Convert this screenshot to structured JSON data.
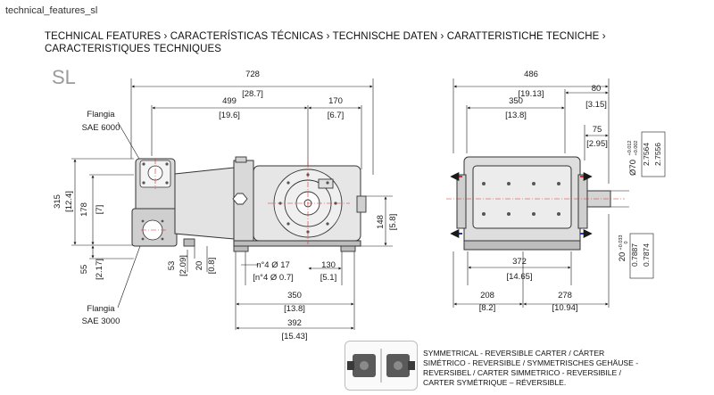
{
  "file_label": "technical_features_sl",
  "title_line1": "TECHNICAL FEATURES › CARACTERÍSTICAS TÉCNICAS › TECHNISCHE DATEN ›  CARATTERISTICHE TECNICHE ›",
  "title_line2": "CARACTERISTIQUES TECHNIQUES",
  "model": "SL",
  "side": {
    "d728": "728",
    "d728i": "[28.7]",
    "d499": "499",
    "d499i": "[19.6]",
    "d170": "170",
    "d170i": "[6.7]",
    "flange_top_1": "Flangia",
    "flange_top_2": "SAE 6000",
    "flange_bot_1": "Flangia",
    "flange_bot_2": "SAE 3000",
    "d315": "315",
    "d315i": "[12.4]",
    "d178": "178",
    "d178i": "[7]",
    "d55": "55",
    "d55i": "[2.17]",
    "d53": "53",
    "d53i": "[2.09]",
    "d20": "20",
    "d20i": "[0.8]",
    "holes": "n°4 Ø 17",
    "holes_i": "[n°4 Ø 0.7]",
    "d130": "130",
    "d130i": "[5.1]",
    "d148": "148",
    "d148i": "[5.8]",
    "d350": "350",
    "d350i": "[13.8]",
    "d392": "392",
    "d392i": "[15.43]"
  },
  "front": {
    "d486": "486",
    "d486i": "[19.13]",
    "d350": "350",
    "d350i": "[13.8]",
    "d80": "80",
    "d80i": "[3.15]",
    "d75": "75",
    "d75i": "[2.95]",
    "shaft": "Ø70",
    "shaft_tol_hi": "+0.012",
    "shaft_tol_lo": "+0.002",
    "shaft_i1": "2.7564",
    "shaft_i2": "2.7556",
    "key": "20",
    "key_tol_hi": "+0.033",
    "key_tol_lo": "0",
    "key_i1": "0.7887",
    "key_i2": "0.7874",
    "d372": "372",
    "d372i": "[14.65]",
    "d208": "208",
    "d208i": "[8.2]",
    "d278": "278",
    "d278i": "[10.94]"
  },
  "note": {
    "line1": "SYMMETRICAL - REVERSIBLE CARTER / CÁRTER",
    "line2": "SIMÉTRICO - REVERSIBLE / SYMMETRISCHES GEHÄUSE -",
    "line3": "REVERSIBEL / CARTER SIMMETRICO - REVERSIBILE /",
    "line4": "CARTER SYMÉTRIQUE – RÉVERSIBLE."
  },
  "colors": {
    "arrow_red": "#d4302a",
    "arrow_blue": "#1f3fb0",
    "line": "#1a1a1a",
    "body": "#555555"
  }
}
